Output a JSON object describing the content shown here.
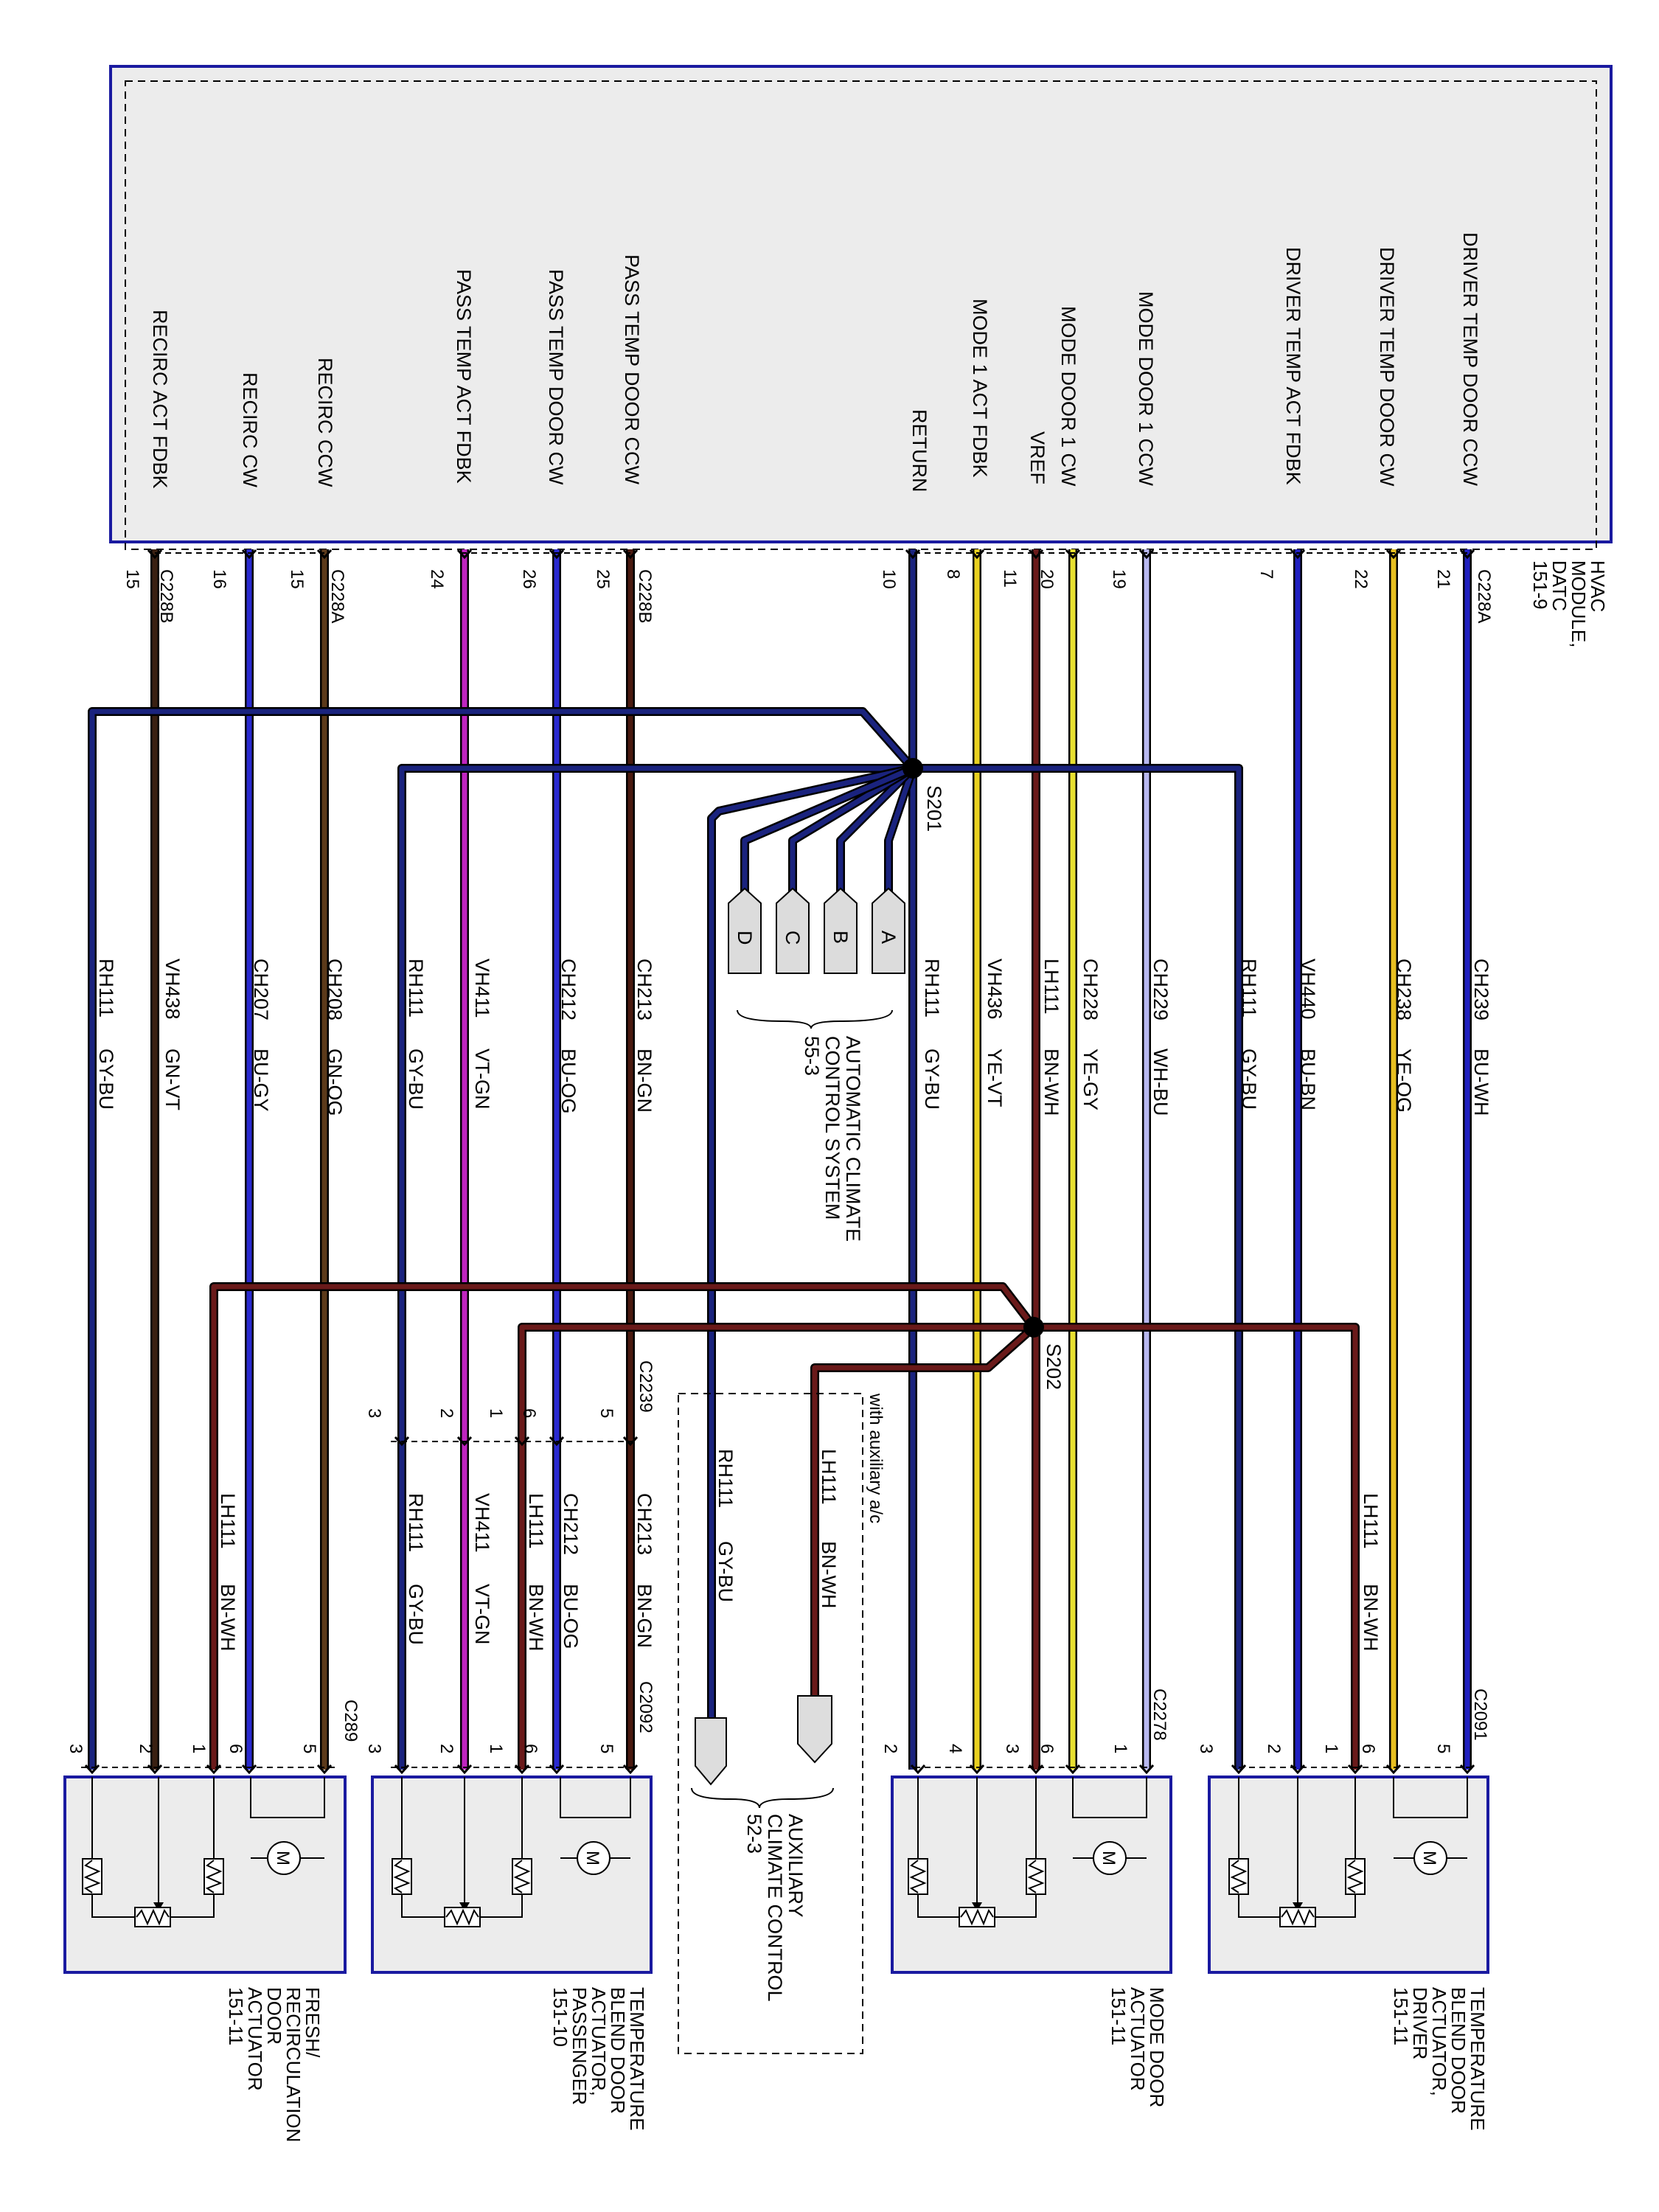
{
  "module": {
    "name_lines": [
      "HVAC",
      "MODULE,",
      "DATC",
      "151-9"
    ],
    "functions": [
      {
        "id": "recirc_act_fdbk",
        "label": "RECIRC ACT FDBK"
      },
      {
        "id": "recirc_cw",
        "label": "RECIRC CW"
      },
      {
        "id": "recirc_ccw",
        "label": "RECIRC CCW"
      },
      {
        "id": "pass_temp_act_fdbk",
        "label": "PASS TEMP ACT FDBK"
      },
      {
        "id": "pass_temp_door_cw",
        "label": "PASS TEMP DOOR CW"
      },
      {
        "id": "pass_temp_door_ccw",
        "label": "PASS TEMP DOOR CCW"
      },
      {
        "id": "return",
        "label": "RETURN"
      },
      {
        "id": "mode_1_act_fdbk",
        "label": "MODE 1 ACT FDBK"
      },
      {
        "id": "vref",
        "label": "VREF"
      },
      {
        "id": "mode_door_1_cw",
        "label": "MODE DOOR 1 CW"
      },
      {
        "id": "mode_door_1_ccw",
        "label": "MODE DOOR 1 CCW"
      },
      {
        "id": "driver_temp_act_fdbk",
        "label": "DRIVER TEMP ACT FDBK"
      },
      {
        "id": "driver_temp_door_cw",
        "label": "DRIVER TEMP DOOR CW"
      },
      {
        "id": "driver_temp_door_ccw",
        "label": "DRIVER TEMP DOOR CCW"
      }
    ],
    "connectors": [
      {
        "label": "C228B",
        "pins": [
          "15"
        ]
      },
      {
        "label": "C228A",
        "pins": [
          "16",
          "15"
        ]
      },
      {
        "label": "C228B",
        "pins": [
          "24",
          "26",
          "25"
        ]
      },
      {
        "label": "",
        "pins": [
          "10",
          "8",
          "11",
          "20",
          "19",
          "7",
          "22",
          "21"
        ]
      },
      {
        "label": "C228A",
        "pins": []
      }
    ]
  },
  "circuits": [
    {
      "code": "RH111",
      "color": "GY-BU"
    },
    {
      "code": "VH438",
      "color": "GN-VT"
    },
    {
      "code": "CH207",
      "color": "BU-GY"
    },
    {
      "code": "CH208",
      "color": "GN-OG"
    },
    {
      "code": "RH111",
      "color": "GY-BU"
    },
    {
      "code": "VH411",
      "color": "VT-GN"
    },
    {
      "code": "CH212",
      "color": "BU-OG"
    },
    {
      "code": "CH213",
      "color": "BN-GN"
    },
    {
      "code": "RH111",
      "color": "GY-BU"
    },
    {
      "code": "VH436",
      "color": "YE-VT"
    },
    {
      "code": "LH111",
      "color": "BN-WH"
    },
    {
      "code": "CH228",
      "color": "YE-GY"
    },
    {
      "code": "CH229",
      "color": "WH-BU"
    },
    {
      "code": "RH111",
      "color": "GY-BU"
    },
    {
      "code": "VH440",
      "color": "BU-BN"
    },
    {
      "code": "CH238",
      "color": "YE-OG"
    },
    {
      "code": "CH239",
      "color": "BU-WH"
    }
  ],
  "lower_circuits": [
    {
      "code": "LH111",
      "color": "BN-WH"
    },
    {
      "code": "RH111",
      "color": "GY-BU"
    },
    {
      "code": "VH411",
      "color": "VT-GN"
    },
    {
      "code": "LH111",
      "color": "BN-WH"
    },
    {
      "code": "CH212",
      "color": "BU-OG"
    },
    {
      "code": "CH213",
      "color": "BN-GN"
    },
    {
      "code": "RH111",
      "color": "GY-BU"
    },
    {
      "code": "LH111",
      "color": "BN-WH"
    },
    {
      "code": "LH111",
      "color": "BN-WH"
    }
  ],
  "splices": [
    "S201",
    "S202"
  ],
  "acc_pins": [
    "A",
    "B",
    "C",
    "D"
  ],
  "acc_ref_lines": [
    "AUTOMATIC CLIMATE",
    "CONTROL SYSTEM",
    "55-3"
  ],
  "inline_connector": {
    "label": "C2239",
    "pins": [
      "3",
      "2",
      "1",
      "6",
      "5"
    ]
  },
  "auxiliary": {
    "note": "with auxiliary a/c",
    "ref_lines": [
      "AUXILIARY",
      "CLIMATE CONTROL",
      "52-3"
    ]
  },
  "actuators": [
    {
      "connector": "C289",
      "pins": [
        "3",
        "2",
        "1",
        "6",
        "5"
      ],
      "name_lines": [
        "FRESH/",
        "RECIRCULATION",
        "DOOR",
        "ACTUATOR",
        "151-11"
      ]
    },
    {
      "connector": "C2092",
      "pins": [
        "3",
        "2",
        "1",
        "6",
        "5"
      ],
      "name_lines": [
        "TEMPERATURE",
        "BLEND DOOR",
        "ACTUATOR,",
        "PASSENGER",
        "151-10"
      ]
    },
    {
      "connector": "C2278",
      "pins": [
        "2",
        "4",
        "3",
        "6",
        "1"
      ],
      "name_lines": [
        "MODE DOOR",
        "ACTUATOR",
        "151-11"
      ]
    },
    {
      "connector": "C2091",
      "pins": [
        "3",
        "2",
        "1",
        "6",
        "5"
      ],
      "name_lines": [
        "TEMPERATURE",
        "BLEND DOOR",
        "ACTUATOR,",
        "DRIVER",
        "151-11"
      ]
    }
  ],
  "colors": {
    "frame": "#1a1aa0",
    "module_fill": "#ececec",
    "GY-BU": "#1a237e",
    "GN-VT": "#3a2012",
    "BU-GY": "#2a2ad0",
    "GN-OG": "#5c3a1a",
    "VT-GN": "#c025c0",
    "BU-OG": "#2a2ad0",
    "BN-GN": "#4a1a10",
    "YE-VT": "#e8d020",
    "BN-WH": "#6a1a1a",
    "YE-GY": "#e8e030",
    "WH-BU": "#b8b8f0",
    "BU-BN": "#2020c0",
    "YE-OG": "#e8c020",
    "BU-WH": "#2020c0"
  }
}
